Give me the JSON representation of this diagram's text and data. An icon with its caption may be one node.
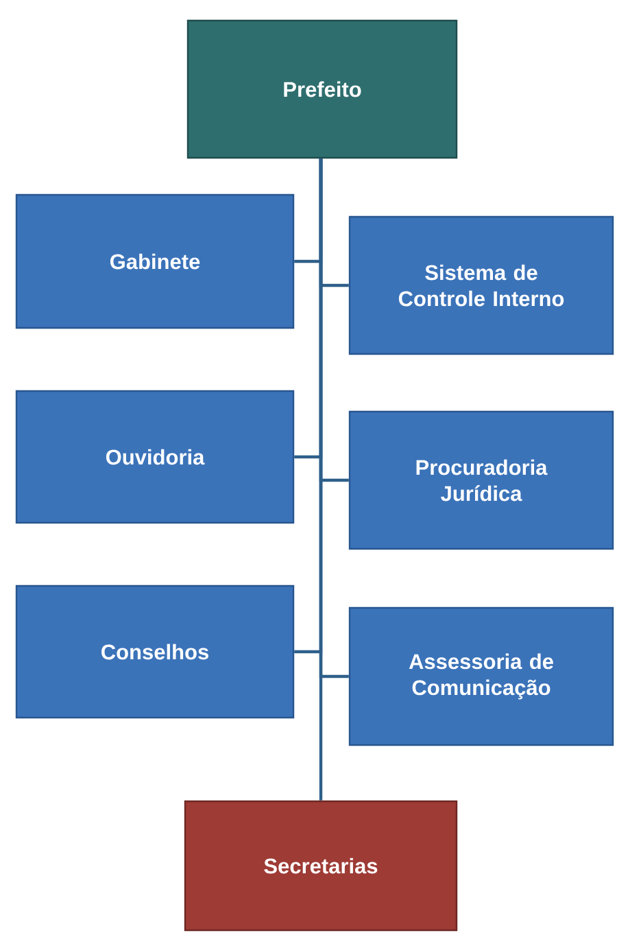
{
  "diagram": {
    "nodes": [
      {
        "text": [
          "Prefeito"
        ]
      },
      {
        "text": [
          "Gabinete"
        ]
      },
      {
        "text": [
          "Sistema de Controle Interno"
        ]
      },
      {
        "text": [
          "Ouvidoria"
        ]
      },
      {
        "text": [
          "Procuradoria Jurídica"
        ]
      },
      {
        "text": [
          "Conselhos"
        ]
      },
      {
        "text": [
          "Assessoria de Comunicação"
        ]
      },
      {
        "text": [
          "Secretarias"
        ]
      }
    ],
    "edges": [
      {
        "from": 0,
        "to": 1,
        "arrow": "none"
      },
      {
        "from": 0,
        "to": 2,
        "arrow": "none"
      },
      {
        "from": 0,
        "to": 3,
        "arrow": "none"
      },
      {
        "from": 0,
        "to": 4,
        "arrow": "none"
      },
      {
        "from": 0,
        "to": 5,
        "arrow": "none"
      },
      {
        "from": 0,
        "to": 6,
        "arrow": "none"
      },
      {
        "from": 0,
        "to": 7,
        "arrow": "none"
      }
    ]
  }
}
